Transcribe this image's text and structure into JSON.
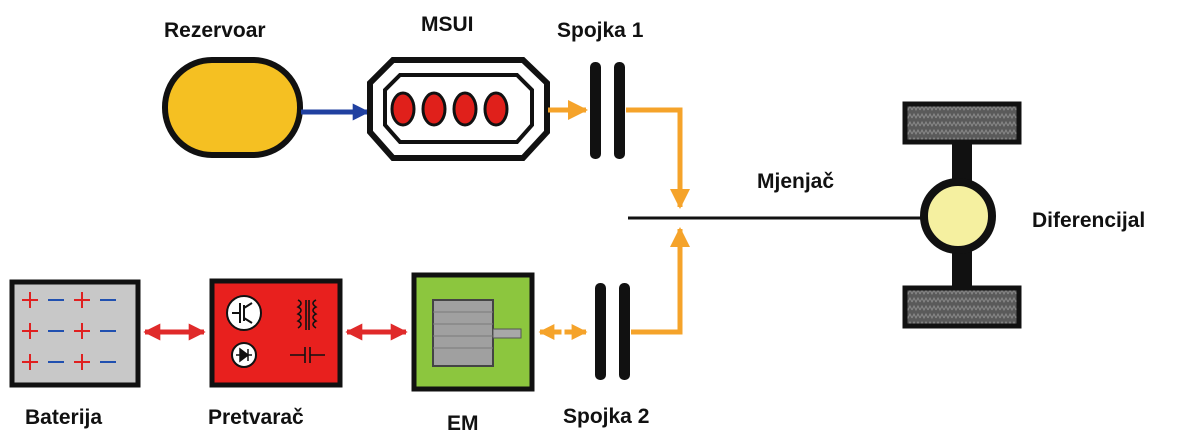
{
  "labels": {
    "tank": "Rezervoar",
    "engine": "MSUI",
    "clutch1": "Spojka 1",
    "gearbox": "Mjenjač",
    "differential": "Diferencijal",
    "battery": "Baterija",
    "converter": "Pretvarač",
    "motor": "EM",
    "clutch2": "Spojka 2"
  },
  "colors": {
    "tank_fill": "#f5c022",
    "engine_cylinders": "#e0201b",
    "fuel_arrow": "#2040a0",
    "mechanical_flow": "#f5a32a",
    "electrical_flow": "#e02a2a",
    "battery_fill": "#c8c8c8",
    "battery_plus": "#e02020",
    "battery_minus": "#2050b0",
    "converter_fill": "#e8201e",
    "motor_fill": "#8cc63e",
    "wheel_fill": "#444444",
    "differential_fill": "#f5f0a0",
    "outline": "#111111"
  }
}
